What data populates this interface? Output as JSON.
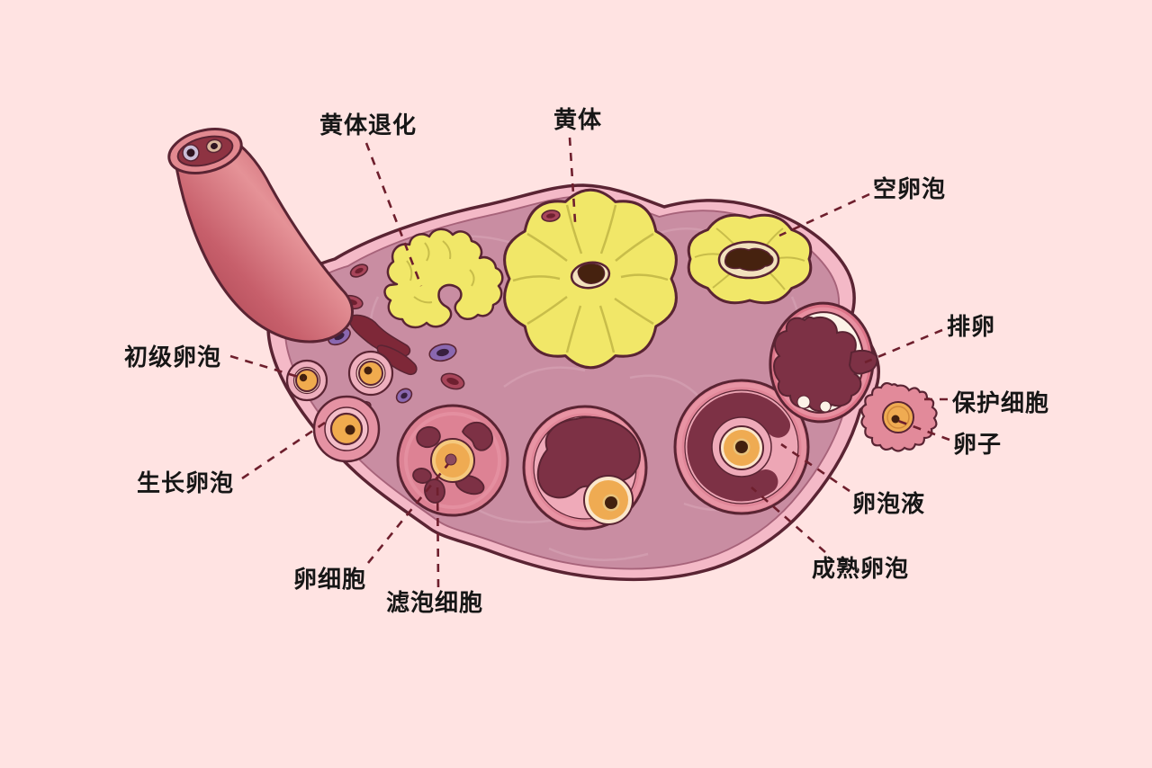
{
  "diagram": {
    "subject": "ovary-cross-section",
    "background_color": "#ffe3e2",
    "label_text_color": "#161616",
    "leader_line_color": "#6e1f2d",
    "outline_color": "#5a2433",
    "cortex_color": "#f4b9c7",
    "stroma_color": "#c98da2",
    "corpus_luteum_color": "#f1e768",
    "follicle_ring_color": "#e18799",
    "antrum_color": "#7d3145",
    "egg_color": "#efab52",
    "stalk_color": "#c75f6b"
  },
  "labels": [
    {
      "id": "corpus-luteum-degeneration",
      "text": "黄体退化"
    },
    {
      "id": "corpus-luteum",
      "text": "黄体"
    },
    {
      "id": "empty-follicle",
      "text": "空卵泡"
    },
    {
      "id": "ovulation",
      "text": "排卵"
    },
    {
      "id": "protective-cells",
      "text": "保护细胞"
    },
    {
      "id": "egg",
      "text": "卵子"
    },
    {
      "id": "primary-follicle",
      "text": "初级卵泡"
    },
    {
      "id": "growing-follicle",
      "text": "生长卵泡"
    },
    {
      "id": "egg-cell",
      "text": "卵细胞"
    },
    {
      "id": "follicular-cells",
      "text": "滤泡细胞"
    },
    {
      "id": "follicular-fluid",
      "text": "卵泡液"
    },
    {
      "id": "mature-follicle",
      "text": "成熟卵泡"
    }
  ]
}
